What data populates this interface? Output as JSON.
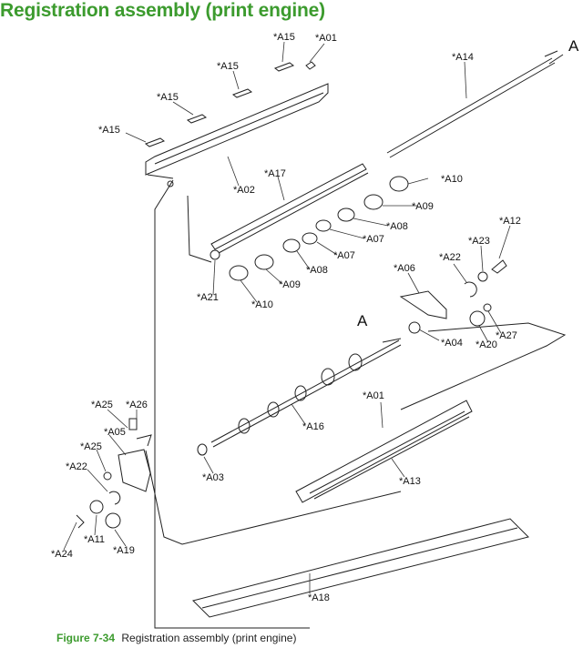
{
  "page": {
    "title": "Registration assembly (print engine)",
    "figure_number": "Figure 7-34",
    "figure_caption": "Registration assembly (print engine)"
  },
  "colors": {
    "title": "#3c9b2e",
    "line": "#222222"
  },
  "callouts": {
    "a15_1": "*A15",
    "a01_top": "*A01",
    "a14": "*A14",
    "a15_2": "*A15",
    "a15_3": "*A15",
    "a15_4": "*A15",
    "a02": "*A02",
    "a17": "*A17",
    "a10_top": "*A10",
    "a09_top": "*A09",
    "a08_top": "*A08",
    "a07_top": "*A07",
    "a07_bot": "*A07",
    "a08_bot": "*A08",
    "a09_bot": "*A09",
    "a10_bot": "*A10",
    "a21": "*A21",
    "a12": "*A12",
    "a23": "*A23",
    "a22_right": "*A22",
    "a06": "*A06",
    "a04": "*A04",
    "a20": "*A20",
    "a27": "*A27",
    "a01_mid": "*A01",
    "a16": "*A16",
    "a13": "*A13",
    "a25_top": "*A25",
    "a26": "*A26",
    "a05": "*A05",
    "a25_left": "*A25",
    "a22_left": "*A22",
    "a03": "*A03",
    "a24": "*A24",
    "a11": "*A11",
    "a19": "*A19",
    "a18": "*A18"
  },
  "marks": {
    "a_top": "A",
    "a_mid": "A"
  }
}
